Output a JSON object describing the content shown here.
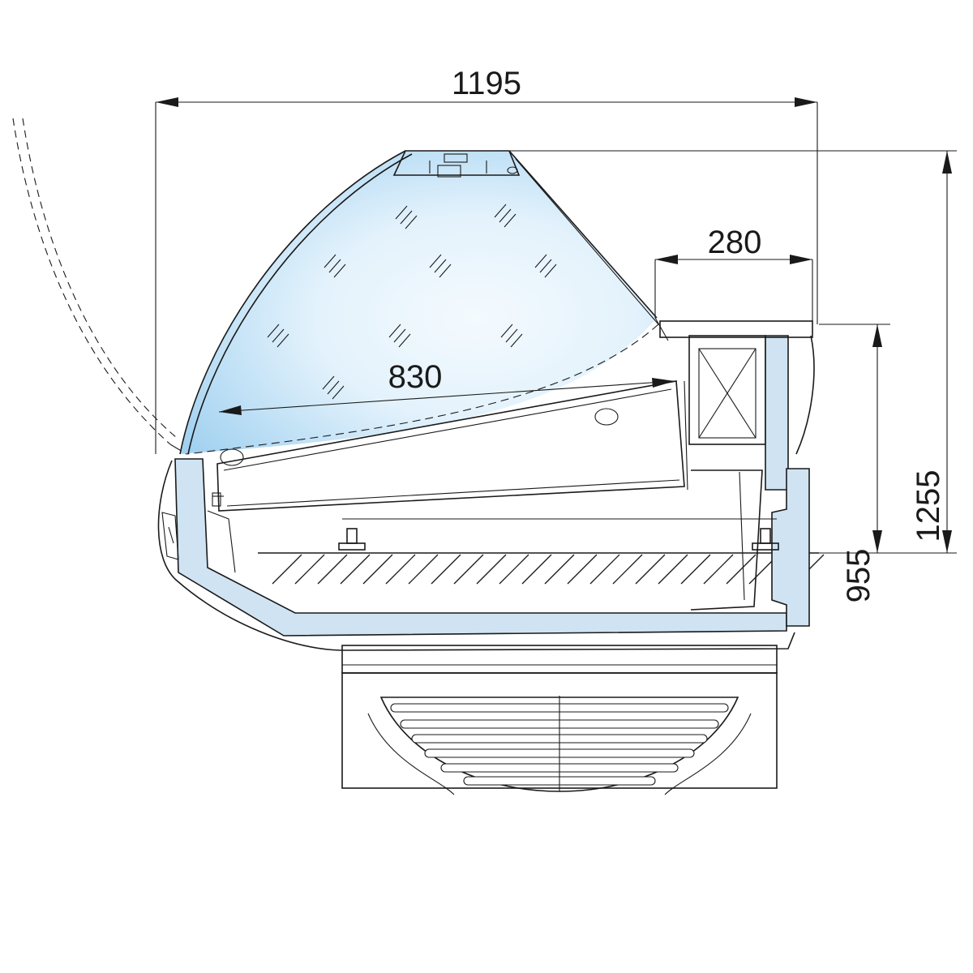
{
  "diagram": {
    "dimensions": {
      "overall_width": "1195",
      "counter_depth": "280",
      "shelf_depth": "830",
      "counter_height": "955",
      "overall_height": "1255"
    },
    "colors": {
      "outline": "#1a1a1a",
      "panel_blue": "#cfe3f3",
      "glass_light": "#f4fafe",
      "glass_blue": "#9fd0f0",
      "stone": "#dcdcdc"
    }
  }
}
